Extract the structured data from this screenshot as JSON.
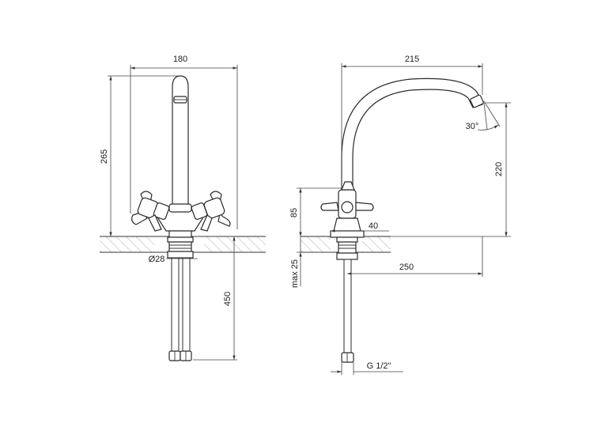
{
  "front_view": {
    "width_label": "180",
    "height_label": "265",
    "diameter_label": "Ø28",
    "hose_length_label": "450"
  },
  "side_view": {
    "reach_top_label": "215",
    "angle_label": "30°",
    "spout_height_label": "220",
    "handle_height_label": "85",
    "base_label": "40",
    "reach_bottom_label": "250",
    "deck_label": "max 25",
    "thread_label": "G 1/2\""
  }
}
